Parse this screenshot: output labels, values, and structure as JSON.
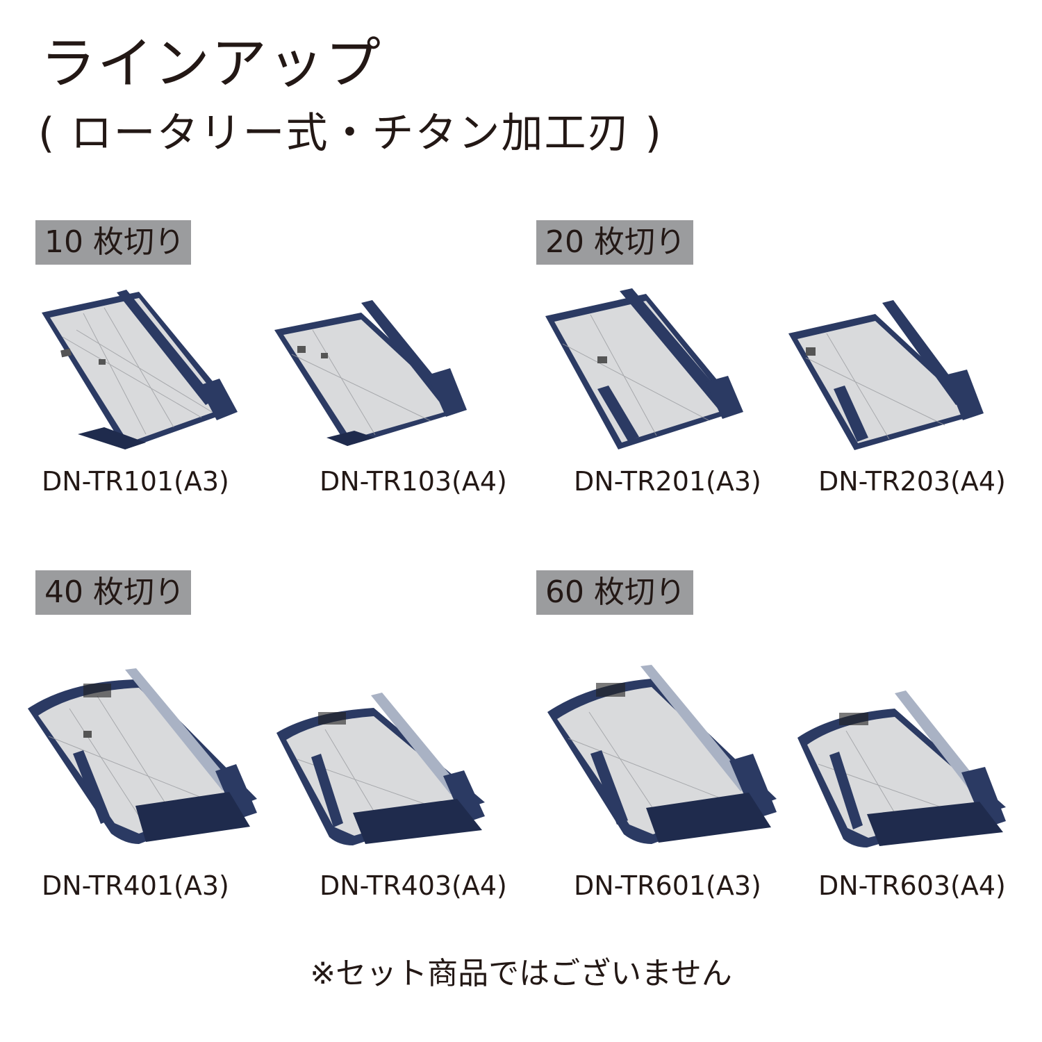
{
  "title": "ラインアップ",
  "subtitle": "( ロータリー式・チタン加工刃 )",
  "groups": [
    {
      "label": "10 枚切り"
    },
    {
      "label": "20 枚切り"
    },
    {
      "label": "40 枚切り"
    },
    {
      "label": "60 枚切り"
    }
  ],
  "products": [
    {
      "model": "DN-TR101(A3)"
    },
    {
      "model": "DN-TR103(A4)"
    },
    {
      "model": "DN-TR201(A3)"
    },
    {
      "model": "DN-TR203(A4)"
    },
    {
      "model": "DN-TR401(A3)"
    },
    {
      "model": "DN-TR403(A4)"
    },
    {
      "model": "DN-TR601(A3)"
    },
    {
      "model": "DN-TR603(A4)"
    }
  ],
  "footer": "※セット商品ではございません",
  "colors": {
    "navy": "#2b3a63",
    "board": "#d9dadc",
    "tag": "#9b9c9e",
    "text": "#231815"
  }
}
